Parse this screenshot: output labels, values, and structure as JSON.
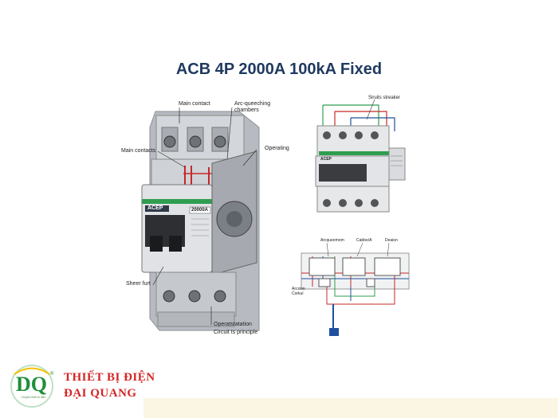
{
  "title": "ACB 4P 2000A 100kA Fixed",
  "main_breaker": {
    "brand": "ACEP",
    "rating": "20000A",
    "labels": {
      "main_contact": "Main contact",
      "arc_quenching": "Arc-queeching chambers",
      "main_contacts": "Main contacts",
      "operating": "Operating",
      "sheer_furt": "Sheer furt",
      "operatstatation": "Operatstatation",
      "circuit": "Circuit ts principle"
    }
  },
  "top_diagram": {
    "brand": "ACEP",
    "label": "Siruits streaker"
  },
  "bottom_diagram": {
    "labels": {
      "arcquenom": "Arcqueemom",
      "cable": "Cabbe/A",
      "deaion": "Deaion",
      "arcsion": "Arcsion Corkul"
    }
  },
  "brand": {
    "logo_text": "DQ",
    "registered": "®",
    "tagline": "Chuyên thiết bị điện",
    "line1": "THIẾT BỊ ĐIỆN",
    "line2": "ĐẠI QUANG"
  },
  "colors": {
    "title": "#1f3a60",
    "brand_red": "#d32626",
    "brand_green": "#1e8f3a",
    "breaker_body": "#c9cdd2",
    "accent_green": "#2f9e4f"
  }
}
